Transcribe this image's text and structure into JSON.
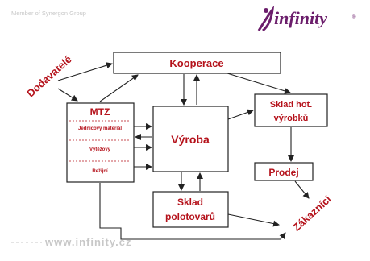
{
  "header": {
    "member_text": "Member of Synergon Group",
    "logo_text": "infinity",
    "logo_mark": "i"
  },
  "footer": {
    "url_text": "www.infinity.cz"
  },
  "nodes": {
    "kooperace": "Kooperace",
    "mtz": "MTZ",
    "mtz_rows": [
      "Jednicový materiál",
      "Výtěžový",
      "Režijní"
    ],
    "vyroba": "Výroba",
    "sklad_hot_line1": "Sklad hot.",
    "sklad_hot_line2": "výrobků",
    "prodej": "Prodej",
    "sklad_polo_line1": "Sklad",
    "sklad_polo_line2": "polotovarů"
  },
  "external": {
    "dodavatele": "Dodavatelé",
    "zakaznici": "Zákazníci"
  },
  "colors": {
    "label_red": "#b5121b",
    "logo_purple": "#6b1d6b",
    "muted_gray": "#c8c8c8"
  }
}
